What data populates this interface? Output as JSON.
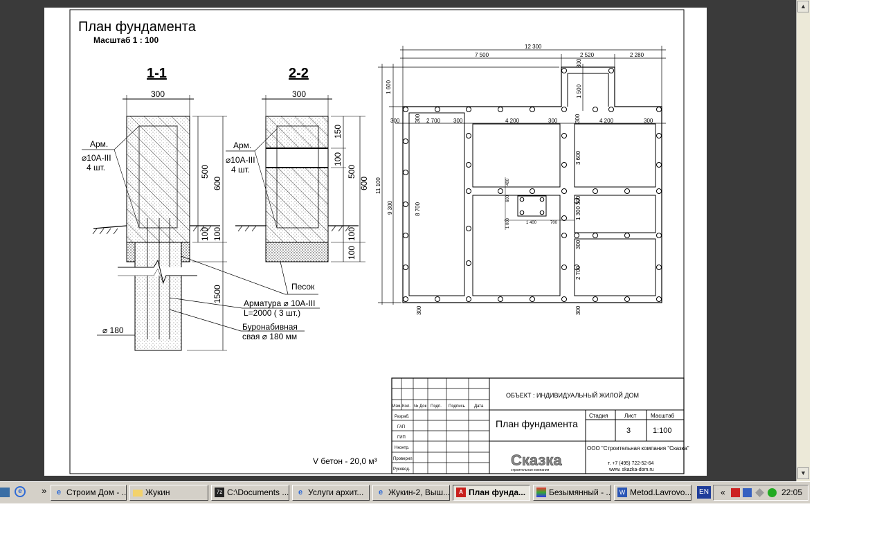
{
  "drawing": {
    "title": "План фундамента",
    "scale_label": "Масштаб   1 : 100",
    "section1": {
      "title": "1-1",
      "width_dim": "300",
      "rebar_label": "Арм.",
      "rebar_spec": "⌀10A-III",
      "rebar_qty": "4 шт.",
      "dim_500": "500",
      "dim_600": "600",
      "dim_100a": "100",
      "dim_100b": "100",
      "dim_1500": "1500",
      "pile_diam": "⌀ 180"
    },
    "section2": {
      "title": "2-2",
      "width_dim": "300",
      "rebar_label": "Арм.",
      "rebar_spec": "⌀10A-III",
      "rebar_qty": "4 шт.",
      "dim_150": "150",
      "dim_100": "100",
      "dim_500": "500",
      "dim_600": "600",
      "dim_100b": "100",
      "dim_100c": "100"
    },
    "callouts": {
      "sand": "Песок",
      "rebar_line1": "Арматура ⌀ 10A-III",
      "rebar_line2": "L=2000 ( 3 шт.)",
      "pile_line1": "Буронабивная",
      "pile_line2": "свая  ⌀ 180 мм"
    },
    "plan_dims": {
      "total": "12 300",
      "d7500": "7 500",
      "d2520": "2 520",
      "d2280": "2 280",
      "d300_top": "300",
      "d1500": "1 500",
      "d1600": "1 600",
      "d11100": "11 100",
      "d9300": "9 300",
      "d8700": "8 700",
      "row_300a": "300",
      "row_300b": "300",
      "row_2700": "2 700",
      "row_300c": "300",
      "row_4200a": "4 200",
      "row_300d": "300",
      "row_300e": "300",
      "row_4200b": "4 200",
      "row_300f": "300",
      "r3600": "3 600",
      "r300a": "300",
      "r1300": "1 300",
      "r300b": "300",
      "r2700": "2 700",
      "b300a": "300",
      "b300b": "300",
      "c400": "400",
      "c600": "600",
      "c1000": "1 000",
      "c1400": "1 400",
      "c700": "700"
    },
    "volume_label": "V бетон - 20,0 м³",
    "stamp": {
      "object": "ОБЪЕКТ : ИНДИВИДУАЛЬНЫЙ ЖИЛОЙ ДОМ",
      "sheet_title": "План фундамента",
      "col_headers": [
        "Изм.",
        "Кол.",
        "№ Док",
        "Подп.",
        "Подпись",
        "Дата"
      ],
      "roles": [
        "Разраб.",
        "ГАП",
        "ГИП",
        "Нконтр.",
        "Проверил",
        "Руковод."
      ],
      "stage_label": "Стадия",
      "sheet_label": "Лист",
      "scale_label": "Масштаб",
      "sheet_no": "3",
      "scale_value": "1:100",
      "company": "ООО \"Строительная компания \"Сказка\"",
      "phone": "т. +7 (495) 722-52-64",
      "site": "www. skazka-dom.ru",
      "logo": "Сказка",
      "logo_sub": "строительная компания"
    }
  },
  "taskbar": {
    "quick_launch": [
      "desktop-icon",
      "ie-icon"
    ],
    "more_glyph": "»",
    "buttons": [
      {
        "label": "Строим Дом - ...",
        "icon": "ie-icon"
      },
      {
        "label": "Жукин",
        "icon": "folder-icon"
      },
      {
        "label": "C:\\Documents ...",
        "icon": "7zip-icon"
      },
      {
        "label": "Услуги архит...",
        "icon": "ie-icon"
      },
      {
        "label": "Жукин-2, Выш...",
        "icon": "ie-icon"
      },
      {
        "label": "План фунда...",
        "icon": "pdf-icon"
      },
      {
        "label": "Безымянный - ...",
        "icon": "paint-icon"
      },
      {
        "label": "Metod.Lavrovo...",
        "icon": "word-icon"
      }
    ],
    "language": "EN",
    "tray_more": "«",
    "clock": "22:05"
  },
  "colors": {
    "viewer_bg": "#3a3a3a",
    "taskbar": "#d4d0c8",
    "active_button": "#e8e6de"
  }
}
